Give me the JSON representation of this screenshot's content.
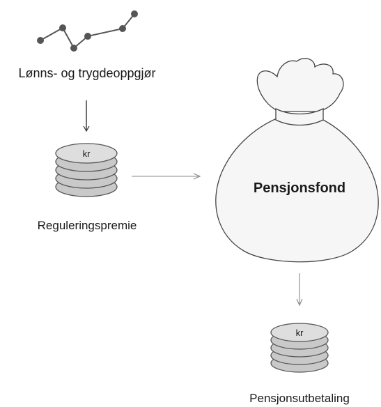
{
  "diagram": {
    "trend": {
      "label": "Lønns- og trygdeoppgjør"
    },
    "premium": {
      "coin_label": "kr",
      "label": "Reguleringspremie"
    },
    "fund": {
      "label": "Pensjonsfond"
    },
    "payout": {
      "coin_label": "kr",
      "label": "Pensjonsutbetaling"
    }
  },
  "colors": {
    "line": "#555555",
    "dot": "#555555",
    "coin_fill": "#c9c9c9",
    "coin_top": "#dedede",
    "bag_fill": "#f6f6f6",
    "arrow": "#333333",
    "arrow_light": "#888888"
  }
}
